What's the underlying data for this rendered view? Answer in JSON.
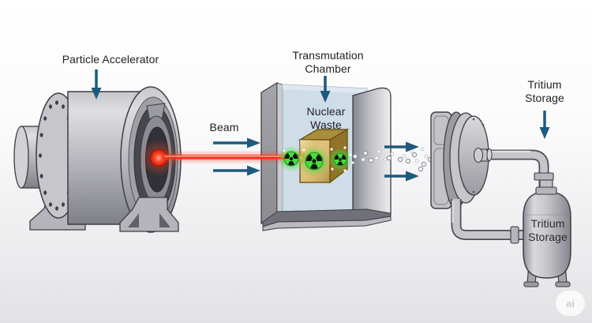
{
  "labels": {
    "particle_accelerator": "Particle Accelerator",
    "beam": "Beam",
    "transmutation_chamber": "Transmutation Chamber",
    "nuclear_waste": "Nuclear Waste",
    "tritium_storage": "Tritium Storage",
    "tank": "Tritium Storage"
  },
  "watermark": "ai",
  "colors": {
    "arrow": "#1d5a7d",
    "beam": "#f03018",
    "radiation_green": "#46df3e",
    "waste_cube": "#dfc179",
    "chamber_interior": "#cfdde9"
  }
}
